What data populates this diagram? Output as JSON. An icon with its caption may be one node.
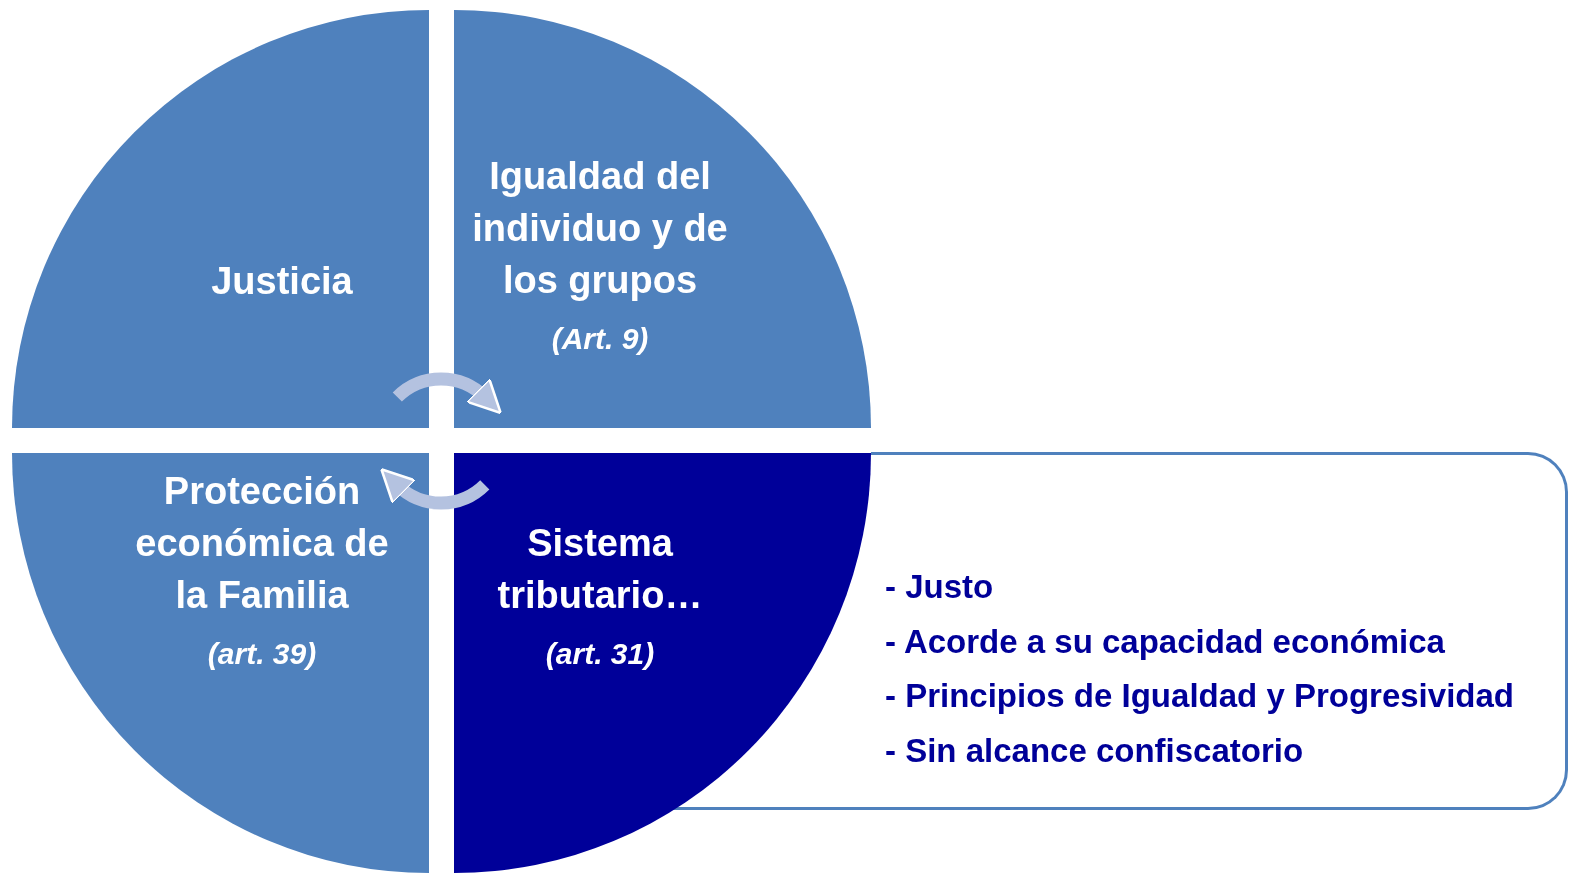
{
  "diagram": {
    "nodes": [
      {
        "text": [
          "Justicia"
        ]
      },
      {
        "text": [
          "Igualdad del individuo y de los grupos",
          "(Art. 9)"
        ]
      },
      {
        "text": [
          "Protección económica de la Familia",
          "(art. 39)"
        ]
      },
      {
        "text": [
          "Sistema tributario…",
          "(art. 31)"
        ]
      },
      {
        "text": [
          "- Justo",
          "- Acorde a su capacidad económica",
          "- Principios de Igualdad y Progresividad",
          "- Sin alcance confiscatorio"
        ]
      }
    ],
    "edges": [
      {
        "from": 0,
        "to": 1,
        "arrow": "to"
      },
      {
        "from": 3,
        "to": 2,
        "arrow": "to"
      }
    ]
  }
}
